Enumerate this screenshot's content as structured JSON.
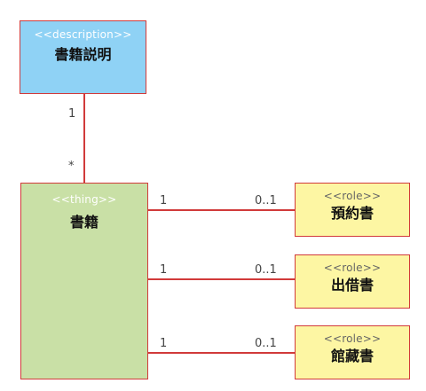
{
  "description_box": {
    "stereotype": "<<description>>",
    "name": "書籍説明"
  },
  "thing_box": {
    "stereotype": "<<thing>>",
    "name": "書籍"
  },
  "generalization": {
    "top_multiplicity": "1",
    "bottom_multiplicity": "*"
  },
  "roles": [
    {
      "stereotype": "<<role>>",
      "name": "預約書",
      "left_multiplicity": "1",
      "right_multiplicity": "0..1"
    },
    {
      "stereotype": "<<role>>",
      "name": "出借書",
      "left_multiplicity": "1",
      "right_multiplicity": "0..1"
    },
    {
      "stereotype": "<<role>>",
      "name": "館藏書",
      "left_multiplicity": "1",
      "right_multiplicity": "0..1"
    }
  ],
  "colors": {
    "border": "#d13a3a",
    "description_fill": "#8fd2f5",
    "thing_fill": "#c9e0a6",
    "role_fill": "#fdf6a3"
  }
}
